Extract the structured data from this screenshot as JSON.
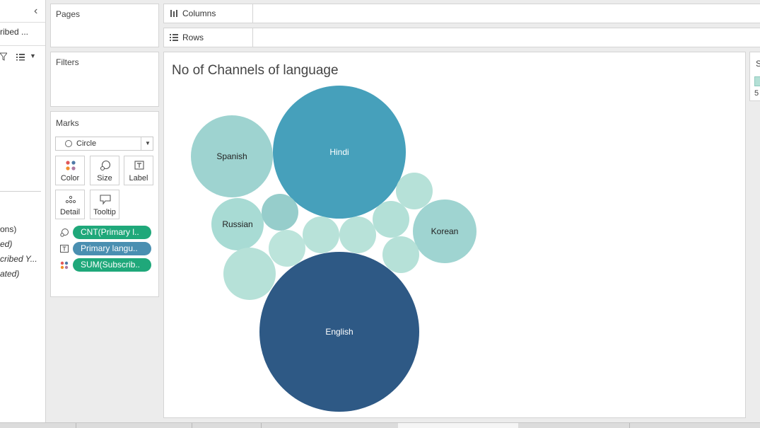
{
  "data_pane": {
    "datasource_name": "ribed ...",
    "fields": [
      {
        "label": "ons)",
        "italic": false
      },
      {
        "label": "ed)",
        "italic": true
      },
      {
        "label": "cribed Y...",
        "italic": true
      },
      {
        "label": "ated)",
        "italic": true
      }
    ],
    "collapse_glyph": "‹"
  },
  "shelves": {
    "pages_label": "Pages",
    "filters_label": "Filters",
    "marks_label": "Marks",
    "columns_label": "Columns",
    "rows_label": "Rows"
  },
  "marks": {
    "mark_type": "Circle",
    "buttons": {
      "color": "Color",
      "size": "Size",
      "label": "Label",
      "detail": "Detail",
      "tooltip": "Tooltip"
    },
    "pills": [
      {
        "text": "CNT(Primary l..",
        "icon": "size-icon",
        "color": "#1fa87a"
      },
      {
        "text": "Primary langu..",
        "icon": "label-icon",
        "color": "#4a8fb1"
      },
      {
        "text": "SUM(Subscrib..",
        "icon": "color-icon",
        "color": "#1fa87a"
      }
    ]
  },
  "legend": {
    "title": "S",
    "value": "5",
    "swatch_color": "#b4e0d6"
  },
  "chart_data": {
    "type": "packed-bubble",
    "title": "No of Channels of language",
    "bubbles": [
      {
        "label": "English",
        "color": "#2e5985",
        "label_color": "#ffffff"
      },
      {
        "label": "Hindi",
        "color": "#46a0bb",
        "label_color": "#ffffff"
      },
      {
        "label": "Spanish",
        "color": "#9ed3d0",
        "label_color": "#222222"
      },
      {
        "label": "Korean",
        "color": "#9fd4d1",
        "label_color": "#222222"
      },
      {
        "label": "Russian",
        "color": "#a8dbd4",
        "label_color": "#222222"
      },
      {
        "label": "",
        "color": "#96cdcb",
        "label_color": "#222222"
      },
      {
        "label": "",
        "color": "#b6e1d8",
        "label_color": "#222222"
      },
      {
        "label": "",
        "color": "#b6e1d8",
        "label_color": "#222222"
      },
      {
        "label": "",
        "color": "#b8e2d9",
        "label_color": "#222222"
      },
      {
        "label": "",
        "color": "#b8e2d9",
        "label_color": "#222222"
      },
      {
        "label": "",
        "color": "#b3e0d7",
        "label_color": "#222222"
      },
      {
        "label": "",
        "color": "#bce4db",
        "label_color": "#222222"
      },
      {
        "label": "",
        "color": "#b6e1d8",
        "label_color": "#222222"
      }
    ]
  }
}
